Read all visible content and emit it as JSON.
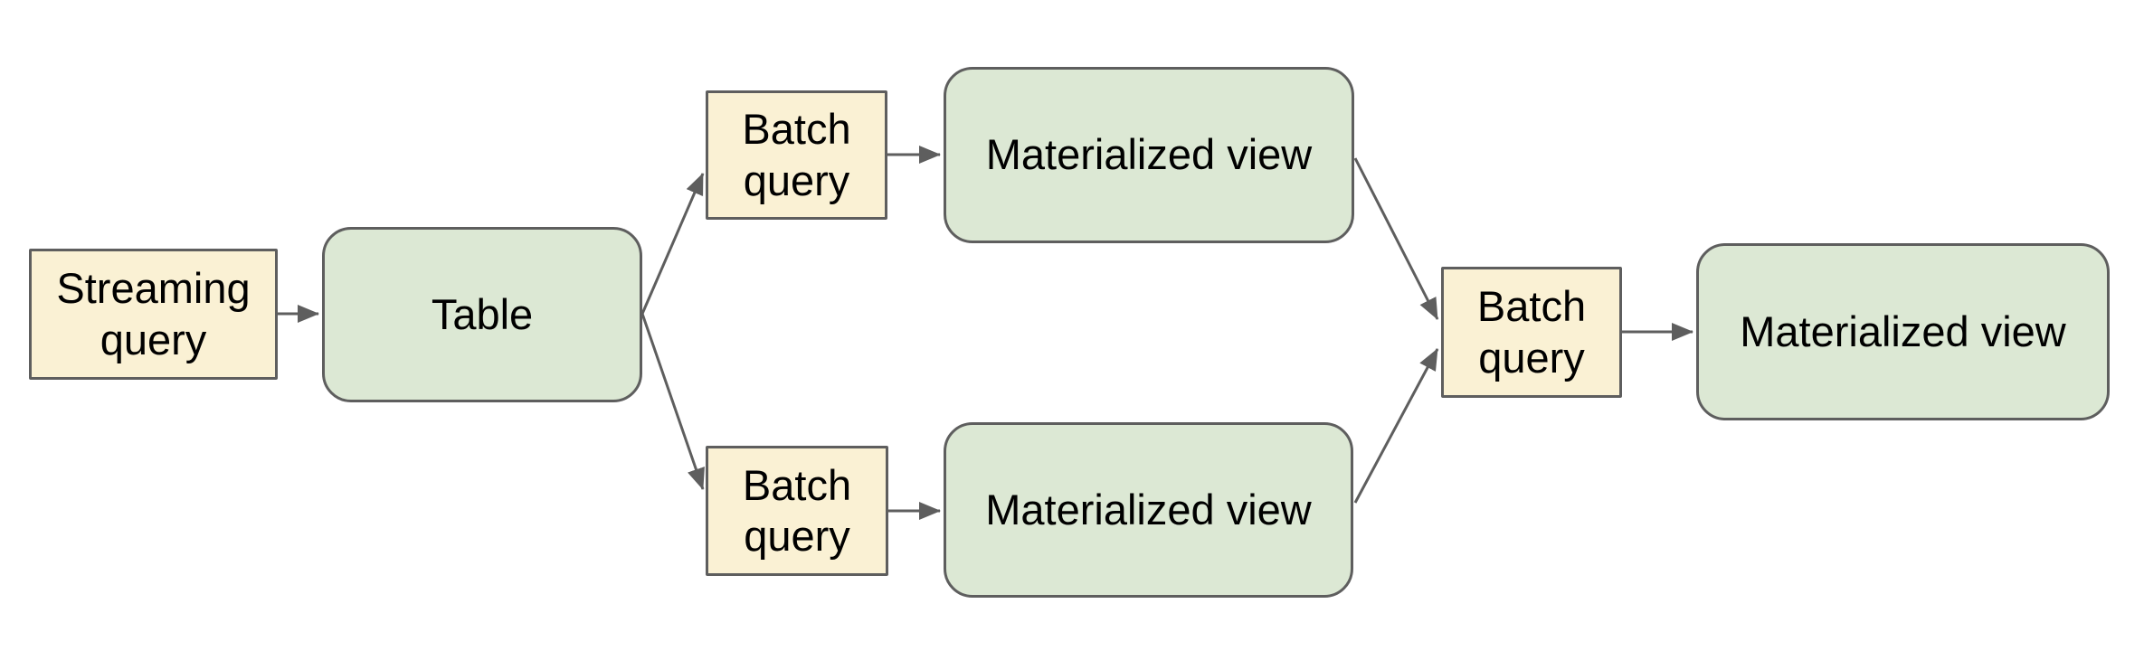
{
  "diagram": {
    "type": "flow-diagram",
    "colors": {
      "background": "#FFFFFF",
      "query_fill": "#FAF1D4",
      "entity_fill": "#DCE8D4",
      "stroke": "#5E5E5E",
      "arrow": "#5E5E5E",
      "text": "#000000"
    },
    "nodes": [
      {
        "id": "streaming-query",
        "label": "Streaming query",
        "kind": "query"
      },
      {
        "id": "table",
        "label": "Table",
        "kind": "entity"
      },
      {
        "id": "batch-query-top",
        "label": "Batch query",
        "kind": "query"
      },
      {
        "id": "materialized-view-top",
        "label": "Materialized view",
        "kind": "entity"
      },
      {
        "id": "batch-query-bottom",
        "label": "Batch query",
        "kind": "query"
      },
      {
        "id": "materialized-view-bottom",
        "label": "Materialized view",
        "kind": "entity"
      },
      {
        "id": "batch-query-right",
        "label": "Batch query",
        "kind": "query"
      },
      {
        "id": "materialized-view-right",
        "label": "Materialized view",
        "kind": "entity"
      }
    ],
    "edges": [
      {
        "from": "streaming-query",
        "to": "table"
      },
      {
        "from": "table",
        "to": "batch-query-top"
      },
      {
        "from": "batch-query-top",
        "to": "materialized-view-top"
      },
      {
        "from": "table",
        "to": "batch-query-bottom"
      },
      {
        "from": "batch-query-bottom",
        "to": "materialized-view-bottom"
      },
      {
        "from": "materialized-view-top",
        "to": "batch-query-right"
      },
      {
        "from": "materialized-view-bottom",
        "to": "batch-query-right"
      },
      {
        "from": "batch-query-right",
        "to": "materialized-view-right"
      }
    ]
  }
}
